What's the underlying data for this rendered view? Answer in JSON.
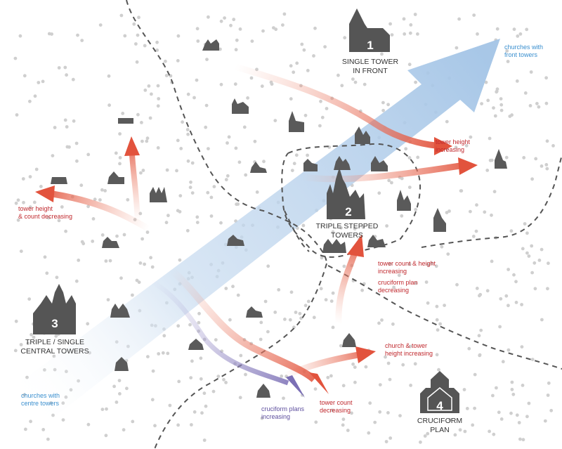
{
  "types": [
    {
      "number": "1",
      "line1": "SINGLE TOWER",
      "line2": "IN FRONT"
    },
    {
      "number": "2",
      "line1": "TRIPLE STEPPED",
      "line2": "TOWERS"
    },
    {
      "number": "3",
      "line1": "TRIPLE / SINGLE",
      "line2": "CENTRAL TOWERS"
    },
    {
      "number": "4",
      "line1": "CRUCIFORM",
      "line2": "PLAN"
    }
  ],
  "gradient_labels": {
    "front_line1": "churches with",
    "front_line2": "front towers",
    "centre_line1": "churches with",
    "centre_line2": "centre towers"
  },
  "trend_labels": {
    "tower_height_increasing": [
      "tower height",
      "increasing"
    ],
    "tower_height_count_decreasing": [
      "tower height",
      "& count decreasing"
    ],
    "tower_count_height_increasing": [
      "tower count & height",
      "increasing"
    ],
    "cruciform_plan_decreasing": [
      "cruciform plan",
      "decreasing"
    ],
    "church_tower_height_increasing": [
      "church & tower",
      "height increasing"
    ],
    "cruciform_plans_increasing": [
      "cruciform plans",
      "increasing"
    ],
    "tower_count_decreasing": [
      "tower count",
      "decreasing"
    ]
  },
  "colors": {
    "trend_arrow": "#e8604a",
    "trend_text": "#c0282d",
    "gradient_arrow": "#a9c9e8",
    "gradient_text": "#3a8fcf",
    "cruciform_arrow": "#7b6fb5",
    "church_icon": "#5a5a5a"
  }
}
